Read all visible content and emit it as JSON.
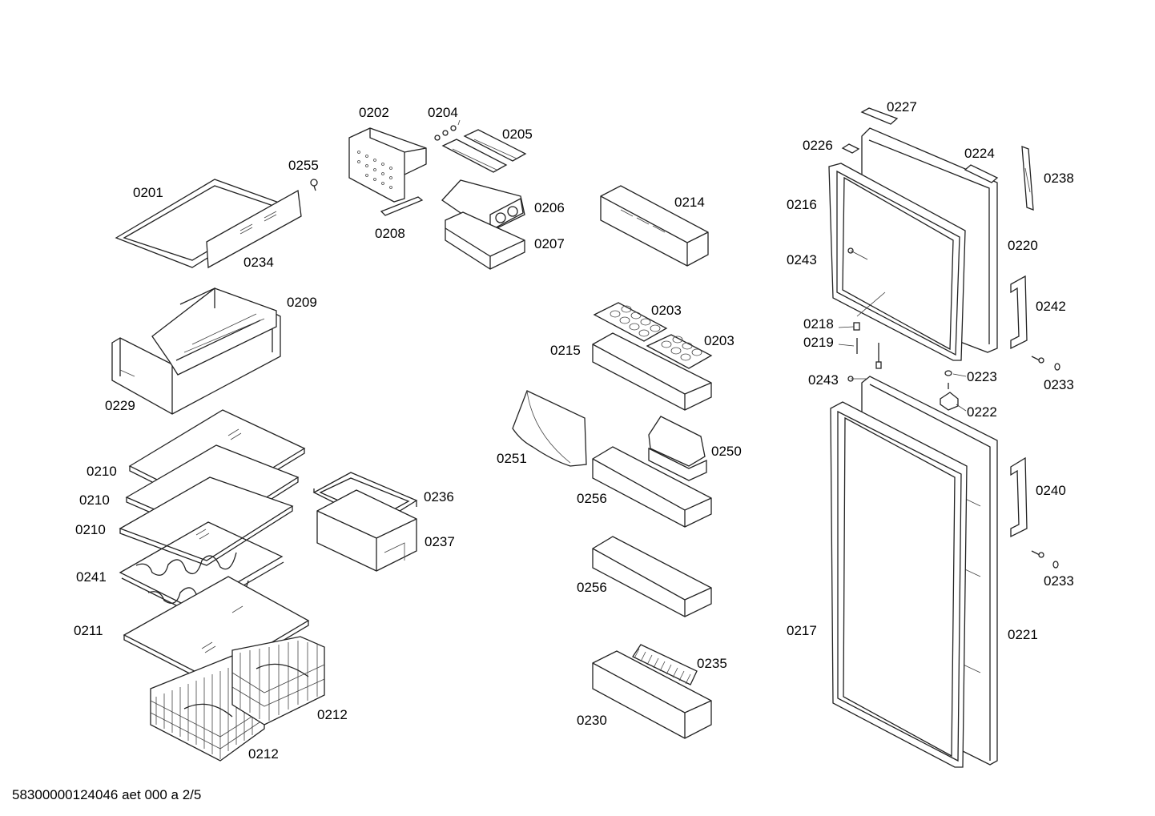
{
  "labels": {
    "l0201": "0201",
    "l0202": "0202",
    "l0203a": "0203",
    "l0203b": "0203",
    "l0204": "0204",
    "l0205": "0205",
    "l0206": "0206",
    "l0207": "0207",
    "l0208": "0208",
    "l0209": "0209",
    "l0210a": "0210",
    "l0210b": "0210",
    "l0210c": "0210",
    "l0211": "0211",
    "l0212a": "0212",
    "l0212b": "0212",
    "l0214": "0214",
    "l0215": "0215",
    "l0216": "0216",
    "l0217": "0217",
    "l0218": "0218",
    "l0219": "0219",
    "l0220": "0220",
    "l0221": "0221",
    "l0222": "0222",
    "l0223": "0223",
    "l0224": "0224",
    "l0226": "0226",
    "l0227": "0227",
    "l0229": "0229",
    "l0230": "0230",
    "l0233a": "0233",
    "l0233b": "0233",
    "l0234": "0234",
    "l0235": "0235",
    "l0236": "0236",
    "l0237": "0237",
    "l0238": "0238",
    "l0240": "0240",
    "l0241": "0241",
    "l0242": "0242",
    "l0243a": "0243",
    "l0243b": "0243",
    "l0250": "0250",
    "l0251": "0251",
    "l0255": "0255",
    "l0256a": "0256",
    "l0256b": "0256"
  },
  "footer": "58300000124046 aet 000 a 2/5"
}
